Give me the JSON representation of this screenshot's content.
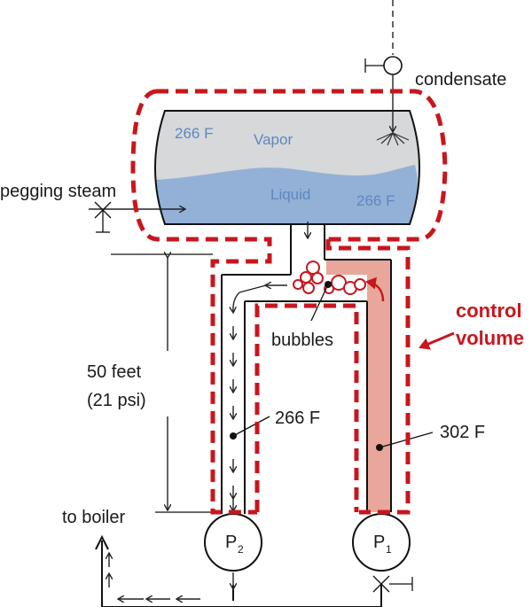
{
  "labels": {
    "condensate": "condensate",
    "pegging_steam": "pegging steam",
    "vapor": "Vapor",
    "liquid": "Liquid",
    "vapor_temp": "266 F",
    "liquid_temp": "266 F",
    "bubbles": "bubbles",
    "control_volume_line1": "control",
    "control_volume_line2": "volume",
    "height_line1": "50 feet",
    "height_line2": "(21 psi)",
    "left_leg_temp": "266 F",
    "right_leg_temp": "302 F",
    "to_boiler": "to boiler",
    "pump2_letter": "P",
    "pump2_sub": "2",
    "pump1_letter": "P",
    "pump1_sub": "1"
  },
  "colors": {
    "control_volume": "#c8161d",
    "vapor_fill": "#d6d8da",
    "liquid_fill": "#93b1d6",
    "hot_leg_fill": "#e8a79a",
    "label_blue": "#5f86bf"
  }
}
